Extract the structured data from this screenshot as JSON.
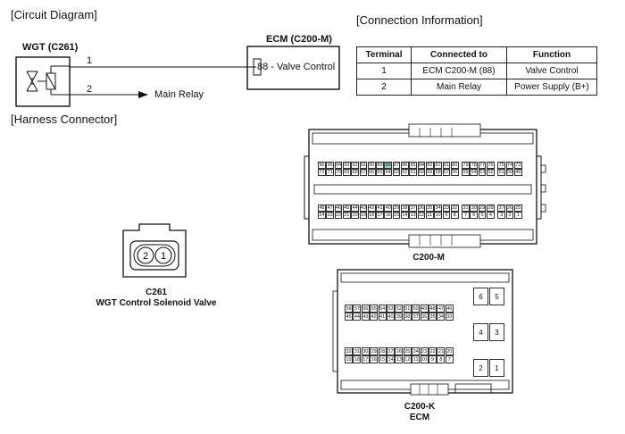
{
  "sections": {
    "circuit": "[Circuit Diagram]",
    "connection": "[Connection Information]",
    "harness": "[Harness Connector]"
  },
  "circuit": {
    "wgt_label": "WGT (C261)",
    "ecm_label": "ECM (C200-M)",
    "pin1": "1",
    "pin2": "2",
    "valve_control": "88 - Valve Control",
    "main_relay": "Main Relay"
  },
  "table": {
    "headers": [
      "Terminal",
      "Connected to",
      "Function"
    ],
    "rows": [
      [
        "1",
        "ECM C200-M (88)",
        "Valve Control"
      ],
      [
        "2",
        "Main Relay",
        "Power Supply (B+)"
      ]
    ]
  },
  "c261": {
    "pins": [
      "2",
      "1"
    ],
    "name": "C261",
    "desc": "WGT Control Solenoid Valve"
  },
  "c200m": {
    "name": "C200-M",
    "highlight": "88",
    "row1": [
      "96",
      "95",
      "94",
      "93",
      "92",
      "91",
      "90",
      "89",
      "88",
      "87",
      "86",
      "85",
      "84",
      "83",
      "82",
      "81",
      "80",
      "79",
      "78",
      "77",
      "76",
      "75",
      "74",
      "73"
    ],
    "row2": [
      "72",
      "71",
      "70",
      "69",
      "68",
      "67",
      "66",
      "65",
      "64",
      "63",
      "62",
      "61",
      "60",
      "59",
      "58",
      "57",
      "56",
      "55",
      "54",
      "53",
      "52",
      "51",
      "50",
      "49"
    ],
    "row3": [
      "48",
      "47",
      "46",
      "45",
      "44",
      "43",
      "42",
      "41",
      "40",
      "39",
      "38",
      "37",
      "36",
      "35",
      "34",
      "33",
      "32",
      "31",
      "30",
      "29",
      "28",
      "27",
      "26",
      "25"
    ],
    "row4": [
      "24",
      "23",
      "22",
      "21",
      "20",
      "19",
      "18",
      "17",
      "16",
      "15",
      "14",
      "13",
      "12",
      "11",
      "10",
      "9",
      "8",
      "7",
      "6",
      "5",
      "4",
      "3",
      "2",
      "1"
    ]
  },
  "c200k": {
    "name": "C200-K",
    "sub": "ECM",
    "row1": [
      "58",
      "57",
      "56",
      "55",
      "54",
      "53",
      "52",
      "51",
      "50",
      "49",
      "48",
      "47",
      "46"
    ],
    "row2": [
      "45",
      "44",
      "43",
      "42",
      "41",
      "40",
      "39",
      "38",
      "37",
      "36",
      "35",
      "34",
      "33"
    ],
    "row3": [
      "32",
      "31",
      "30",
      "29",
      "28",
      "27",
      "26",
      "25",
      "24",
      "23",
      "22",
      "21",
      "20"
    ],
    "row4": [
      "19",
      "18",
      "17",
      "16",
      "15",
      "14",
      "13",
      "12",
      "11",
      "10",
      "9",
      "8",
      "7"
    ],
    "big": [
      "6",
      "5",
      "4",
      "3",
      "2",
      "1"
    ]
  }
}
